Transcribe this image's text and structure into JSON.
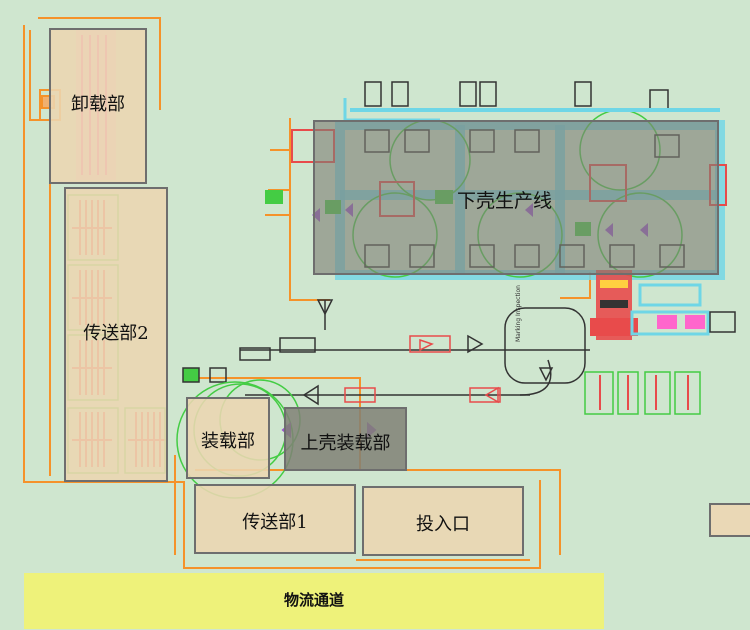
{
  "zones": {
    "unloading": "卸载部",
    "transfer2": "传送部2",
    "loading": "装载部",
    "upper_shell_loading": "上壳装载部",
    "transfer1": "传送部1",
    "input": "投入口",
    "lower_shell_line": "下壳生产线",
    "logistics_aisle": "物流通道"
  },
  "inspection_label": "Marking Inspection",
  "colors": {
    "background": "#cfe6cf",
    "zone_fill": "#ecd6b2",
    "zone_dark": "#808076",
    "conveyor": "#f5922a",
    "aisle": "#eef27a",
    "equipment_red": "#e84b4b",
    "equipment_cyan": "#6fd6e6",
    "equipment_green": "#44cc44"
  }
}
